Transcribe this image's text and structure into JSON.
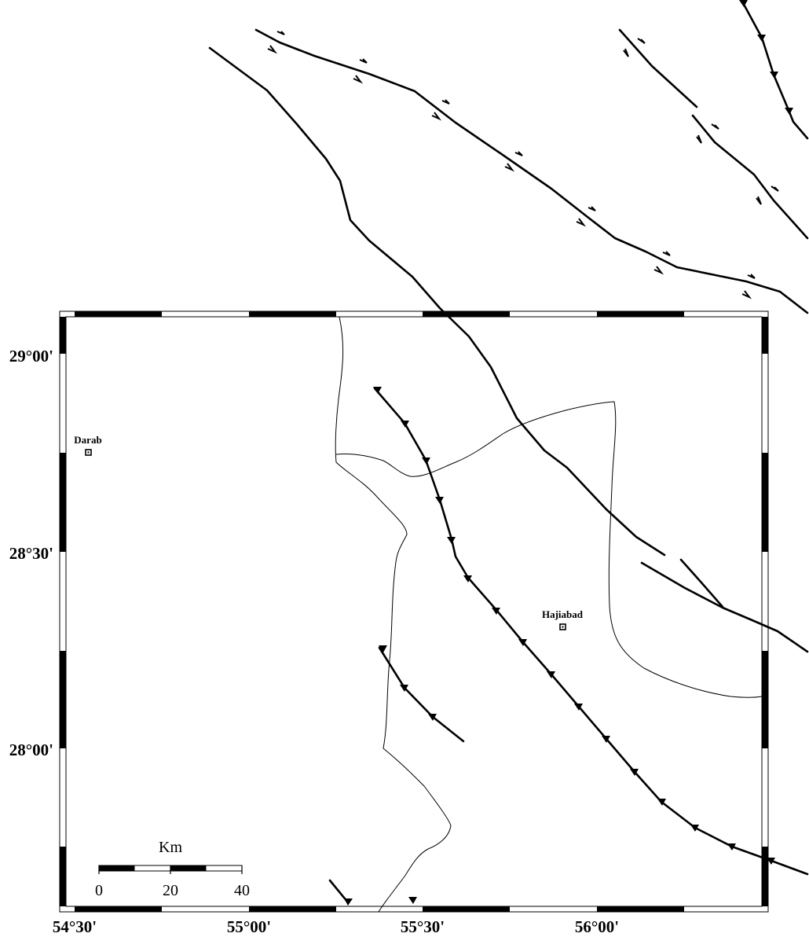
{
  "map": {
    "longitude_labels": [
      "54°30'",
      "55°00'",
      "55°30'",
      "56°00'"
    ],
    "latitude_labels": [
      "29°00'",
      "28°30'",
      "28°00'"
    ],
    "cities": [
      {
        "name": "Darab"
      },
      {
        "name": "Hajiabad"
      }
    ],
    "scale_bar": {
      "unit": "Km",
      "ticks": [
        "0",
        "20",
        "40"
      ]
    },
    "colors": {
      "ink": "#000000",
      "background": "#ffffff"
    },
    "legend_symbols": [
      "thrust-fault-triangle",
      "strike-slip-half-arrow"
    ]
  }
}
